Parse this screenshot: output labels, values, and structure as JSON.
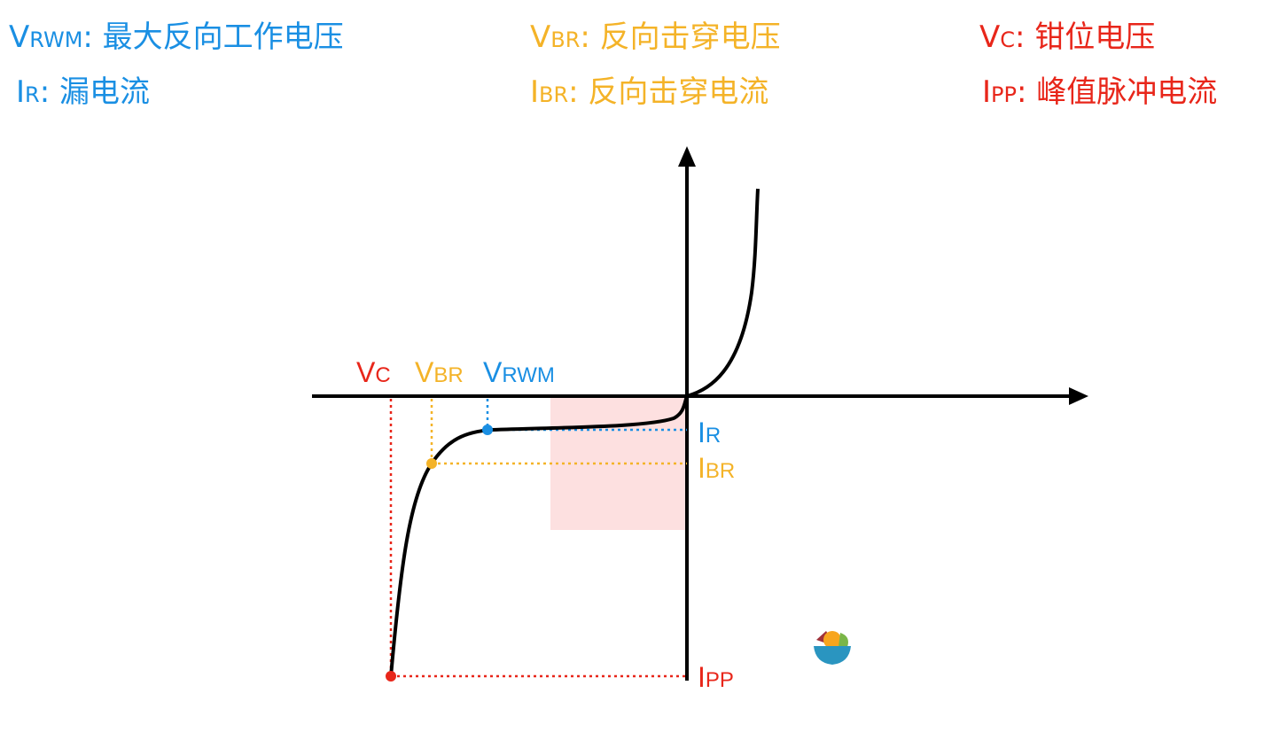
{
  "legend": {
    "vrwm": {
      "sym": "V",
      "sub": "RWM",
      "text": ": 最大反向工作电压"
    },
    "ir": {
      "sym": "I",
      "sub": "R",
      "text": ": 漏电流"
    },
    "vbr": {
      "sym": "V",
      "sub": "BR",
      "text": ": 反向击穿电压"
    },
    "ibr": {
      "sym": "I",
      "sub": "BR",
      "text": ": 反向击穿电流"
    },
    "vc": {
      "sym": "V",
      "sub": "C",
      "text": ": 钳位电压"
    },
    "ipp": {
      "sym": "I",
      "sub": "PP",
      "text": ": 峰值脉冲电流"
    }
  },
  "labels": {
    "vc": {
      "sym": "V",
      "sub": "C"
    },
    "vbr": {
      "sym": "V",
      "sub": "BR"
    },
    "vrwm": {
      "sym": "V",
      "sub": "RWM"
    },
    "ir": {
      "sym": "I",
      "sub": "R"
    },
    "ibr": {
      "sym": "I",
      "sub": "BR"
    },
    "ipp": {
      "sym": "I",
      "sub": "PP"
    }
  },
  "colors": {
    "blue": "#1a8fe3",
    "orange": "#f4b328",
    "red": "#e8261a",
    "highlight": "#fde0e0"
  },
  "icons": {
    "logo": "fruit-bowl-icon"
  }
}
